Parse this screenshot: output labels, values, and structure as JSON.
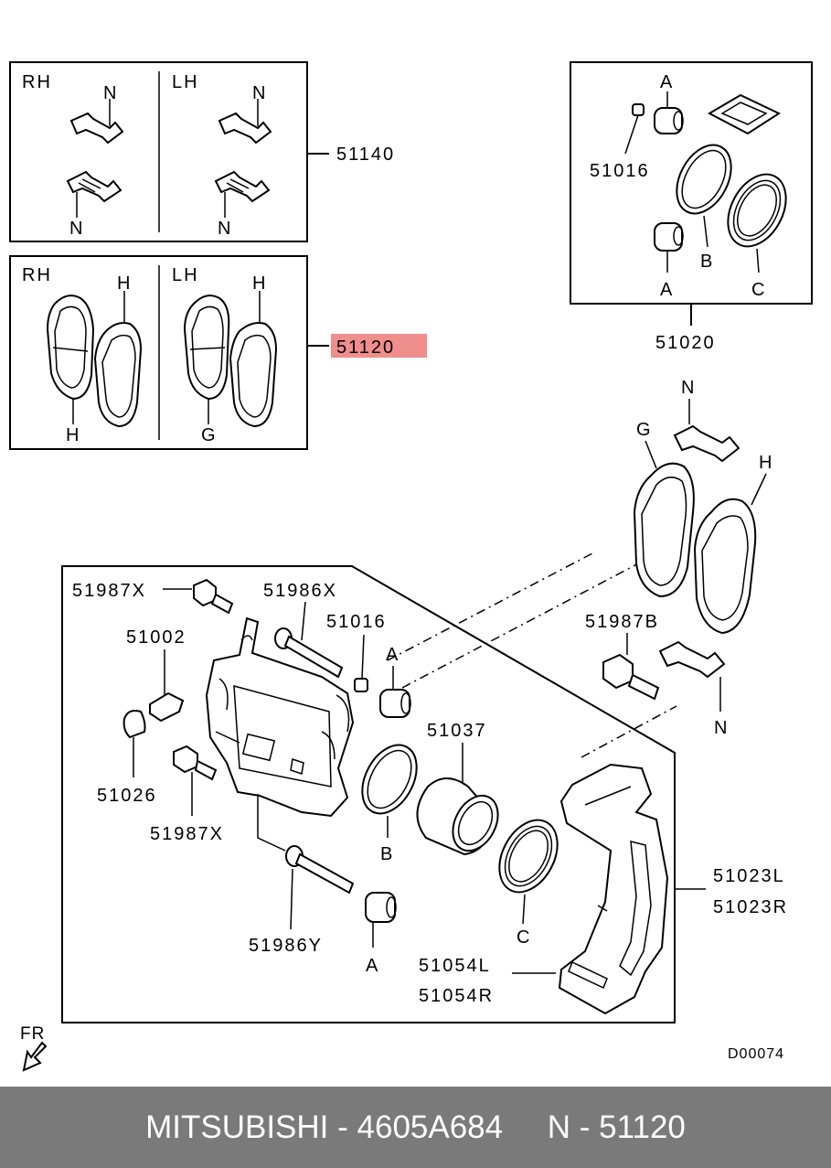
{
  "diagram": {
    "drawing_code": "D00074",
    "fr_label": "FR",
    "highlight_color": "#f08d8d",
    "box_shim": {
      "rh": "RH",
      "lh": "LH",
      "n_tl": "N",
      "n_bl": "N",
      "n_tr": "N",
      "n_br": "N",
      "callout": "51140"
    },
    "box_pad": {
      "rh": "RH",
      "lh": "LH",
      "h1": "H",
      "h2": "H",
      "h3": "H",
      "g": "G",
      "callout": "51120"
    },
    "box_kit": {
      "a1": "A",
      "a2": "A",
      "b": "B",
      "c": "C",
      "p51016": "51016",
      "callout": "51020"
    },
    "main": {
      "p51987x_top": "51987X",
      "p51986x": "51986X",
      "p51002": "51002",
      "p51016": "51016",
      "a_top": "A",
      "p51037": "51037",
      "p51026": "51026",
      "p51987x_bot": "51987X",
      "b": "B",
      "p51986y": "51986Y",
      "a_bot": "A",
      "c": "C",
      "p51054l": "51054L",
      "p51054r": "51054R",
      "p51023l": "51023L",
      "p51023r": "51023R",
      "n_top": "N",
      "g": "G",
      "h": "H",
      "p51987b": "51987B",
      "n_bot": "N"
    }
  },
  "footer": {
    "brand": "MITSUBISHI",
    "sep1": " - ",
    "part_no": "4605A684",
    "gap": "     ",
    "n_label": "N",
    "sep2": " - ",
    "ref": "51120"
  }
}
